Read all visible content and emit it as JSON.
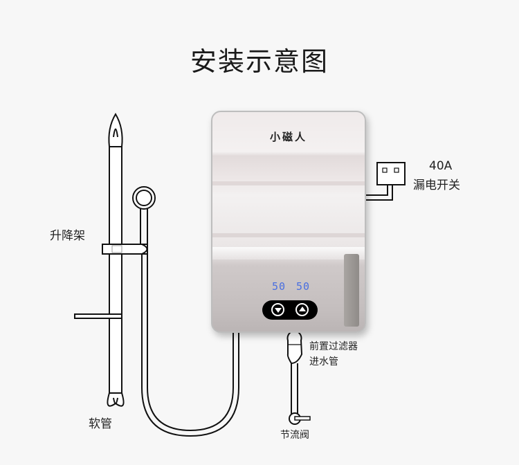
{
  "title": "安装示意图",
  "heater": {
    "brand": "小磁人",
    "display_left": "50",
    "display_right": "50",
    "buttons": [
      {
        "name": "down",
        "icon": "down-triangle-icon"
      },
      {
        "name": "up",
        "icon": "up-triangle-icon"
      }
    ],
    "display_color": "#4a6fe0"
  },
  "labels": {
    "breaker_amps": "40A",
    "breaker": "漏电开关",
    "lift_rack": "升降架",
    "hose": "软管",
    "prefilter": "前置过滤器",
    "inlet_pipe": "进水管",
    "throttle_valve": "节流阀"
  }
}
